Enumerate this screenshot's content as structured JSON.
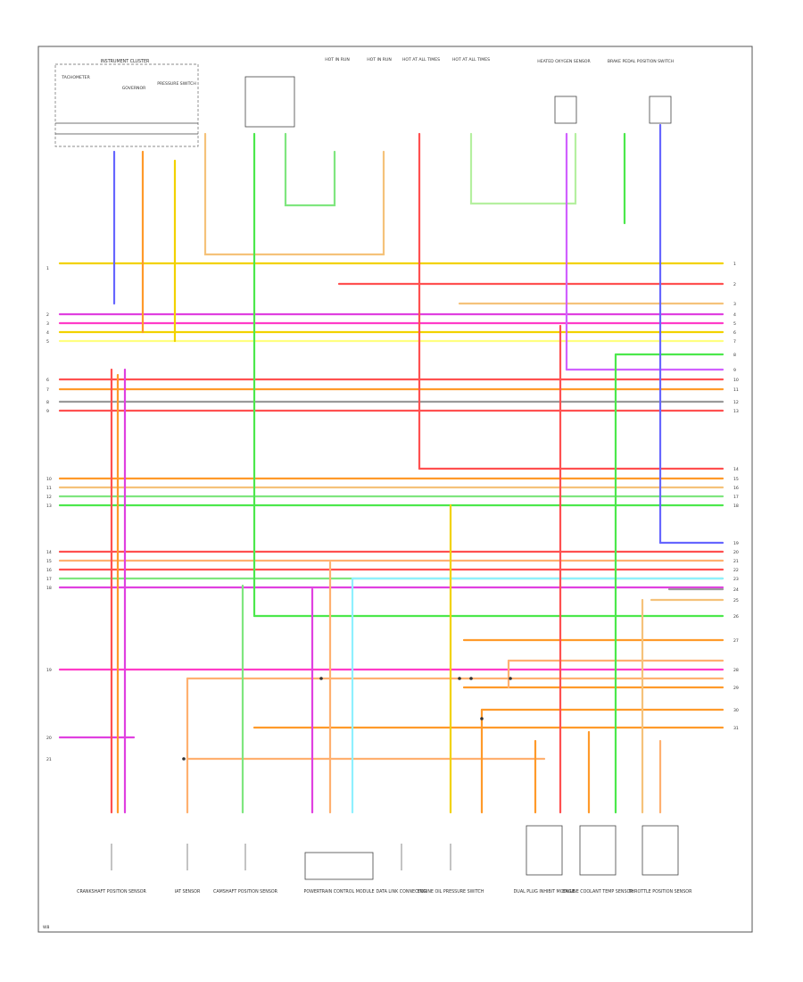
{
  "footer": {
    "code": "W8"
  },
  "colors": {
    "yellow": "#f2d200",
    "red": "#ff5050",
    "pink": "#ff3cc8",
    "magenta": "#e040e0",
    "orange": "#ff9a2a",
    "peach": "#ffb070",
    "tan": "#f5c27a",
    "green": "#4ce84c",
    "lime": "#7fe67f",
    "gray": "#9a9a9a",
    "blue": "#6666ff",
    "cyan": "#8ff0ff",
    "dkgray": "#666666",
    "palegreen": "#b5f0a0",
    "lyellow": "#ffff80",
    "violet": "#d060ff"
  },
  "top_components": [
    {
      "id": "ic",
      "label": "INSTRUMENT CLUSTER"
    },
    {
      "id": "tach",
      "label": "TACHOMETER"
    },
    {
      "id": "gov",
      "label": "GOVERNOR"
    },
    {
      "id": "ps",
      "label": "PRESSURE SWITCH"
    },
    {
      "id": "fuse1",
      "label": "HOT IN RUN"
    },
    {
      "id": "fuse2",
      "label": "HOT IN RUN"
    },
    {
      "id": "fuse3",
      "label": "HOT AT ALL TIMES"
    },
    {
      "id": "fuse4",
      "label": "HOT AT ALL TIMES"
    },
    {
      "id": "o2",
      "label": "HEATED OXYGEN SENSOR"
    },
    {
      "id": "brake",
      "label": "BRAKE PEDAL POSITION SWITCH"
    }
  ],
  "bottom_components": [
    {
      "id": "ckp",
      "label": "CRANKSHAFT POSITION SENSOR"
    },
    {
      "id": "iat",
      "label": "IAT SENSOR"
    },
    {
      "id": "cmp",
      "label": "CAMSHAFT POSITION SENSOR"
    },
    {
      "id": "pcm",
      "label": "POWERTRAIN CONTROL MODULE"
    },
    {
      "id": "dlc",
      "label": "DATA LINK CONNECTOR"
    },
    {
      "id": "eop",
      "label": "ENGINE OIL PRESSURE SWITCH"
    },
    {
      "id": "dual",
      "label": "DUAL PLUG INHIBIT MODULE"
    },
    {
      "id": "ect",
      "label": "ENGINE COOLANT TEMP SENSOR"
    },
    {
      "id": "tps",
      "label": "THROTTLE POSITION SENSOR"
    }
  ],
  "left_numbers": [
    "1",
    "2",
    "3",
    "4",
    "5",
    "6",
    "7",
    "8",
    "9",
    "10",
    "11",
    "12",
    "13",
    "14",
    "15",
    "16",
    "17",
    "18",
    "19",
    "20",
    "21"
  ],
  "right_numbers": [
    "1",
    "2",
    "3",
    "4",
    "5",
    "6",
    "7",
    "8",
    "9",
    "10",
    "11",
    "12",
    "13",
    "14",
    "15",
    "16",
    "17",
    "18",
    "19",
    "20",
    "21",
    "22",
    "23",
    "24",
    "25",
    "26",
    "27",
    "28",
    "29",
    "30",
    "31"
  ]
}
